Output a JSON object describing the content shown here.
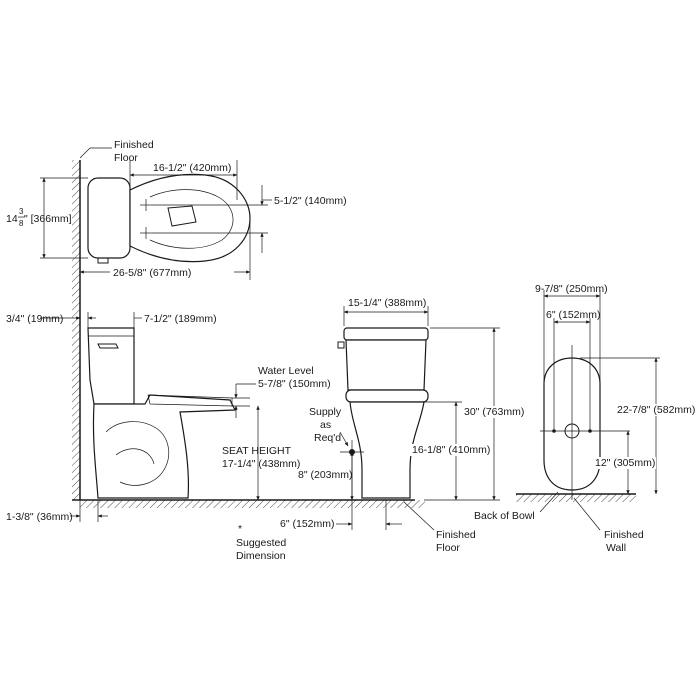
{
  "labels": {
    "finished_floor_top_1": "Finished",
    "finished_floor_top_2": "Floor",
    "top_width": "16-1/2\" (420mm)",
    "bolt_spacing": "5-1/2\" (140mm)",
    "depth_total": "26-5/8\" (677mm)",
    "tank_depth_a": "14",
    "tank_depth_num": "3",
    "tank_depth_den": "8",
    "tank_depth_b": "\" [366mm]",
    "gap_wall": "3/4\" (19mm)",
    "tank_top_depth": "7-1/2\" (189mm)",
    "water_level_1": "Water Level",
    "water_level_2": "5-7/8\" (150mm)",
    "seat_height_1": "SEAT HEIGHT",
    "seat_height_2": "17-1/4\" (438mm)",
    "supply_1": "Supply",
    "supply_2": "as",
    "supply_3": "Req'd",
    "supply_height": "8\" (203mm)",
    "front_width": "15-1/4\" (388mm)",
    "total_height": "30\" (763mm)",
    "bowl_height": "16-1/8\" (410mm)",
    "supply_offset": "6\" (152mm)",
    "finished_floor_front_1": "Finished",
    "finished_floor_front_2": "Floor",
    "base_offset": "1-3/8\" (36mm)",
    "asterisk": "*",
    "suggested_1": "Suggested",
    "suggested_2": "Dimension",
    "back_width": "9-7/8\" (250mm)",
    "back_inner": "6\" (152mm)",
    "back_height": "22-7/8\" (582mm)",
    "rough_in": "12\" (305mm)",
    "back_of_bowl": "Back of Bowl",
    "finished_wall_1": "Finished",
    "finished_wall_2": "Wall"
  }
}
